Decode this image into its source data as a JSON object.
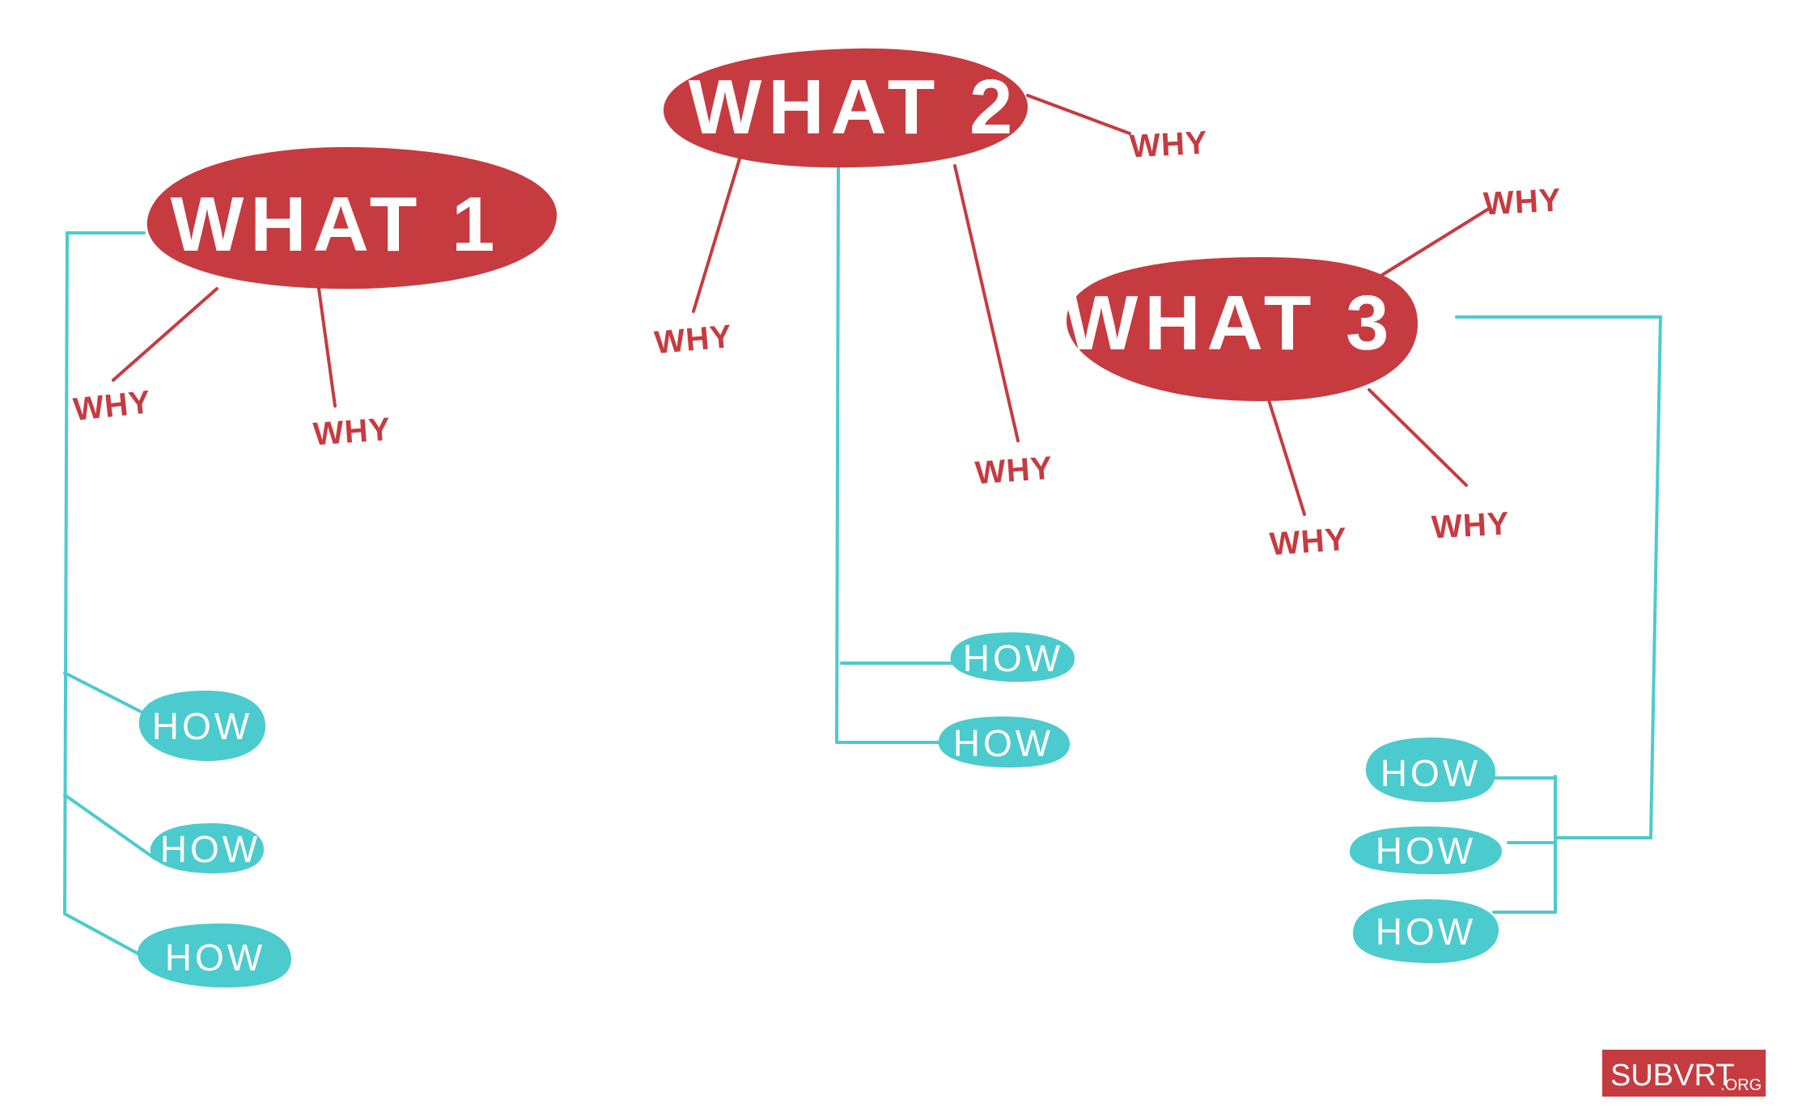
{
  "diagram": {
    "colors": {
      "what": "#c63b40",
      "why": "#c63b40",
      "how": "#4ccbce",
      "background": "#ffffff"
    },
    "what_nodes": [
      {
        "label": "WHAT 1"
      },
      {
        "label": "WHAT 2"
      },
      {
        "label": "WHAT 3"
      }
    ],
    "why_label": "WHY",
    "how_label": "HOW",
    "logo": {
      "main": "SUBVRT",
      "suffix": ".ORG"
    }
  }
}
